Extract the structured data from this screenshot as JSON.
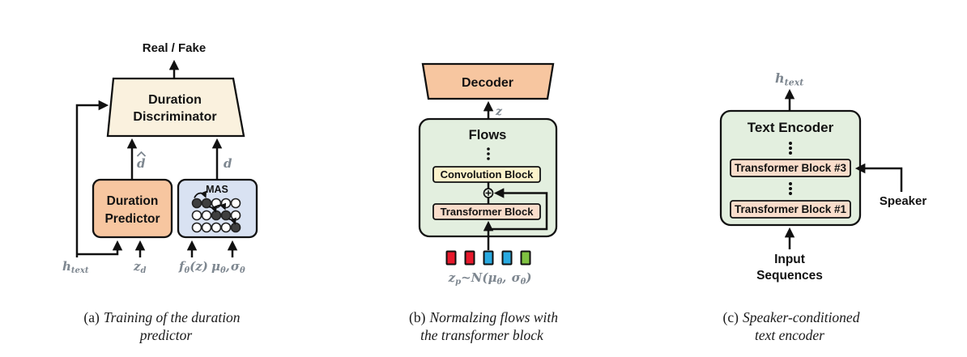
{
  "colors": {
    "cream": "#FAF1DE",
    "salmon": "#F7C6A0",
    "mas_blue": "#D9E2F2",
    "green": "#E3EFDF",
    "yellow": "#FCF3CB",
    "pink": "#F9DDCB",
    "ink": "#111111",
    "math_gray": "#7E8790",
    "dot_filled": "#3F3F3F",
    "dot_empty": "#FFFFFF",
    "square_red": "#E8192C",
    "square_blue": "#29AAE1",
    "square_green": "#7FC241"
  },
  "panel_a": {
    "output_label": "Real / Fake",
    "discriminator": {
      "line1": "Duration",
      "line2": "Discriminator"
    },
    "predictor": {
      "line1": "Duration",
      "line2": "Predictor"
    },
    "mas_label": "MAS",
    "mas_fills": [
      "#3F3F3F",
      "#3F3F3F",
      "#FFFFFF",
      "#FFFFFF",
      "#FFFFFF",
      "#FFFFFF",
      "#FFFFFF",
      "#3F3F3F",
      "#3F3F3F",
      "#FFFFFF",
      "#FFFFFF",
      "#FFFFFF",
      "#FFFFFF",
      "#FFFFFF",
      "#3F3F3F"
    ],
    "d_hat_label": "d",
    "d_label": "d",
    "inputs": {
      "h": "h",
      "h_sub": "text",
      "z": "z",
      "z_sub": "d",
      "f": "f",
      "f_sub": "θ",
      "f_rest": "(z)",
      "mu": "μ",
      "mu_sub": "θ",
      "comma": ",",
      "sigma": "σ",
      "sigma_sub": "θ"
    },
    "caption": {
      "prefix": "(a)",
      "line1": "Training of the duration",
      "line2": "predictor"
    }
  },
  "panel_b": {
    "decoder_label": "Decoder",
    "z_label": "z",
    "flows_label": "Flows",
    "conv_label": "Convolution Block",
    "transformer_label": "Transformer Block",
    "squares": [
      "#E8192C",
      "#E8192C",
      "#29AAE1",
      "#29AAE1",
      "#7FC241"
    ],
    "prior": {
      "z": "z",
      "z_sub": "p",
      "tilde": "~N(",
      "mu": "μ",
      "mu_sub": "θ",
      "comma": ", ",
      "sigma": "σ",
      "sigma_sub": "θ",
      "close": ")"
    },
    "caption": {
      "prefix": "(b)",
      "line1": "Normalzing flows with",
      "line2": "the transformer block"
    }
  },
  "panel_c": {
    "h": "h",
    "h_sub": "text",
    "encoder_label": "Text Encoder",
    "tb3_label": "Transformer Block #3",
    "tb1_label": "Transformer Block #1",
    "speaker_label": "Speaker",
    "input": {
      "line1": "Input",
      "line2": "Sequences"
    },
    "caption": {
      "prefix": "(c)",
      "line1": "Speaker-conditioned",
      "line2": "text encoder"
    }
  }
}
